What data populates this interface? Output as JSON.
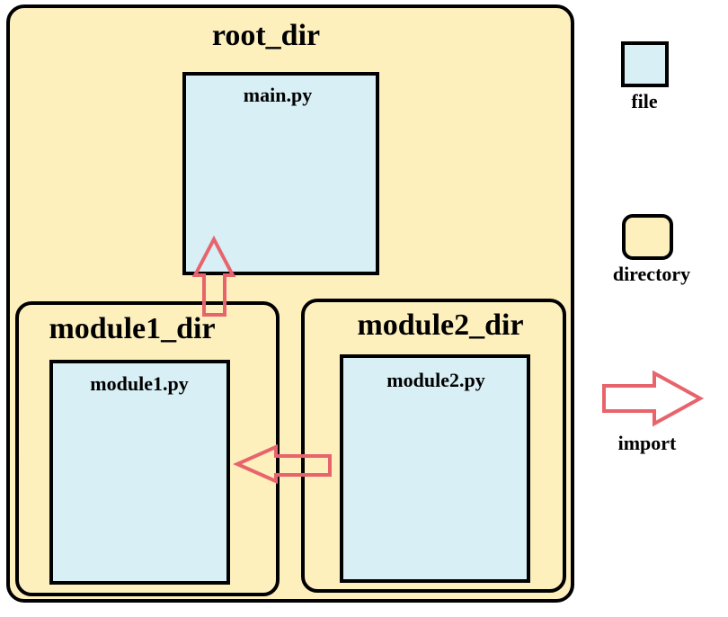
{
  "colors": {
    "directory_fill": "#fdf0bd",
    "file_fill": "#d7eff5",
    "import_arrow": "#e8646c",
    "stroke": "#000000"
  },
  "diagram": {
    "root": {
      "label": "root_dir"
    },
    "main_file": {
      "label": "main.py"
    },
    "module1_dir": {
      "label": "module1_dir"
    },
    "module1_file": {
      "label": "module1.py"
    },
    "module2_dir": {
      "label": "module2_dir"
    },
    "module2_file": {
      "label": "module2.py"
    }
  },
  "legend": {
    "file": "file",
    "directory": "directory",
    "import": "import"
  }
}
